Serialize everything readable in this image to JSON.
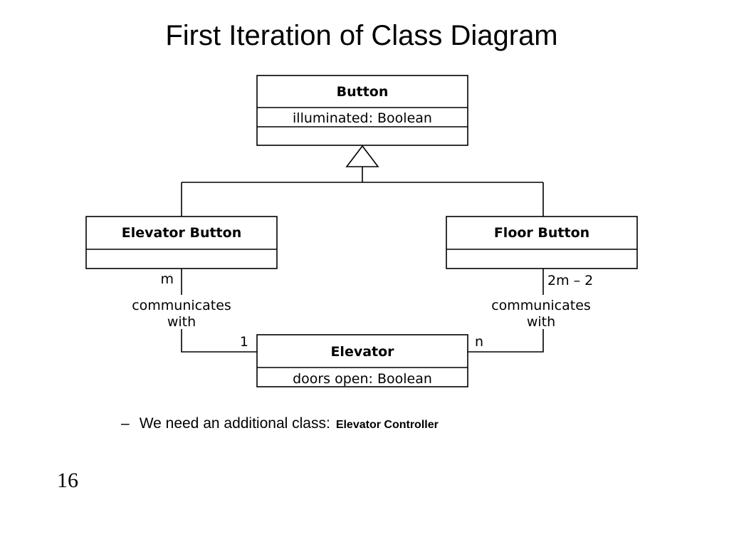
{
  "slide": {
    "title": "First Iteration of Class Diagram",
    "page_number": "16"
  },
  "diagram": {
    "classes": {
      "button": {
        "name": "Button",
        "attribute": "illuminated: Boolean"
      },
      "elevator_button": {
        "name": "Elevator Button"
      },
      "floor_button": {
        "name": "Floor Button"
      },
      "elevator": {
        "name": "Elevator",
        "attribute": "doors open: Boolean"
      }
    },
    "associations": {
      "elevator_button_to_elevator": {
        "label_line1": "communicates",
        "label_line2": "with",
        "mult_source": "m",
        "mult_target": "1"
      },
      "floor_button_to_elevator": {
        "label_line1": "communicates",
        "label_line2": "with",
        "mult_source": "2m – 2",
        "mult_target": "n"
      }
    }
  },
  "bullet": {
    "dash": "–",
    "text": "We need an additional class:",
    "class_name": "Elevator Controller"
  }
}
